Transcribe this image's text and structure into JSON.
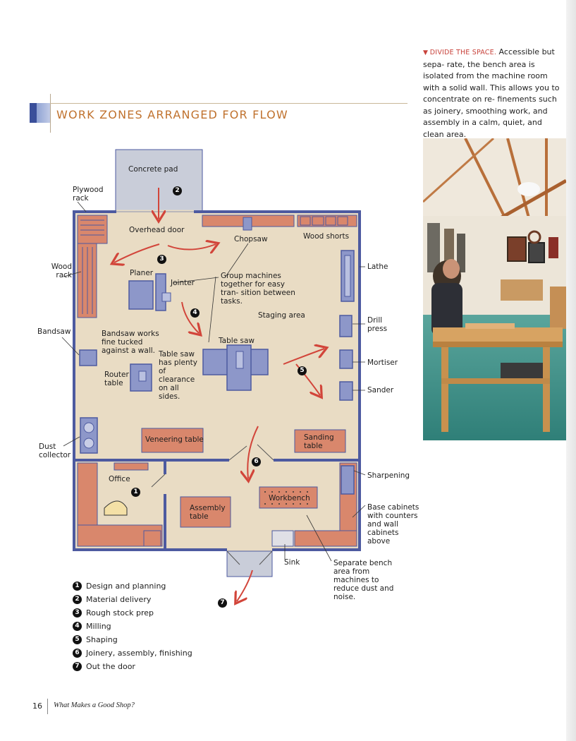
{
  "header": {
    "title": "WORK ZONES ARRANGED FOR FLOW"
  },
  "caption": {
    "lead": "DIVIDE THE SPACE.",
    "text": " Accessible but sepa- rate, the bench area is isolated from the machine room with a solid wall. This allows you to concentrate on re- finements such as joinery, smoothing work, and assembly in a calm, quiet, and clean area."
  },
  "plan": {
    "labels": {
      "concrete_pad": "Concrete pad",
      "plywood_rack": "Plywood rack",
      "overhead_door": "Overhead door",
      "chopsaw": "Chopsaw",
      "wood_shorts": "Wood shorts",
      "wood_rack": "Wood rack",
      "planer": "Planer",
      "jointer": "Jointer",
      "group_machines": "Group machines together for easy tran- sition between tasks.",
      "lathe": "Lathe",
      "staging_area": "Staging area",
      "drill_press": "Drill press",
      "bandsaw": "Bandsaw",
      "bandsaw_note": "Bandsaw works fine tucked against a wall.",
      "table_saw": "Table saw",
      "table_saw_note": "Table saw has plenty of clearance on all sides.",
      "router_table": "Router table",
      "mortiser": "Mortiser",
      "sander": "Sander",
      "dust_collector": "Dust collector",
      "veneering_table": "Veneering table",
      "sanding_table": "Sanding table",
      "office": "Office",
      "sharpening": "Sharpening",
      "assembly_table": "Assembly table",
      "workbench": "Workbench",
      "base_cabinets": "Base cabinets with counters and wall cabinets above",
      "sink": "Sink",
      "separate_bench": "Separate bench area from machines to reduce dust and noise."
    },
    "markers": {
      "m1": "1",
      "m2": "2",
      "m3": "3",
      "m4": "4",
      "m5": "5",
      "m6": "6",
      "m7": "7"
    }
  },
  "legend": [
    {
      "num": "1",
      "text": "Design and planning"
    },
    {
      "num": "2",
      "text": "Material delivery"
    },
    {
      "num": "3",
      "text": "Rough stock prep"
    },
    {
      "num": "4",
      "text": "Milling"
    },
    {
      "num": "5",
      "text": "Shaping"
    },
    {
      "num": "6",
      "text": "Joinery, assembly, finishing"
    },
    {
      "num": "7",
      "text": "Out the door"
    }
  ],
  "footer": {
    "page_number": "16",
    "title": "What Makes a Good Shop?"
  },
  "colors": {
    "accent_title": "#c0722e",
    "caption_lead": "#c8423b",
    "floor": "#e9dcc4",
    "walls": "#4d5aa0",
    "cabinets": "#d9876c",
    "arrows": "#d2453a"
  }
}
